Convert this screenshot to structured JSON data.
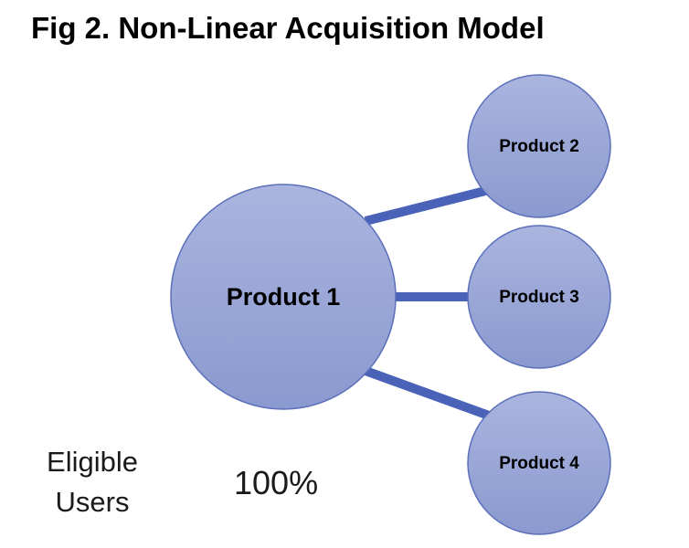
{
  "title": "Fig 2. Non-Linear Acquisition Model",
  "nodes": {
    "main": {
      "label": "Product 1"
    },
    "branches": [
      {
        "label": "Product 2"
      },
      {
        "label": "Product 3"
      },
      {
        "label": "Product 4"
      }
    ]
  },
  "annotations": {
    "eligible_line1": "Eligible",
    "eligible_line2": "Users",
    "percent": "100%"
  },
  "colors": {
    "node_fill_top": "#aab5df",
    "node_fill_bottom": "#8a99cf",
    "node_stroke": "#5b6fba",
    "connector": "#4a63b8"
  }
}
